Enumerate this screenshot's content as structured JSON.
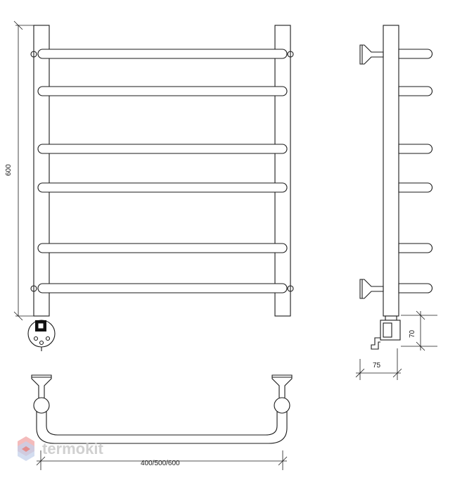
{
  "dimensions": {
    "height": "600",
    "width": "400/500/600",
    "depth": "75",
    "bracket": "70"
  },
  "watermark": {
    "text": "termokit",
    "logo_colors": [
      "#f3b0b0",
      "#b9c9e8",
      "#e07a7a"
    ]
  }
}
